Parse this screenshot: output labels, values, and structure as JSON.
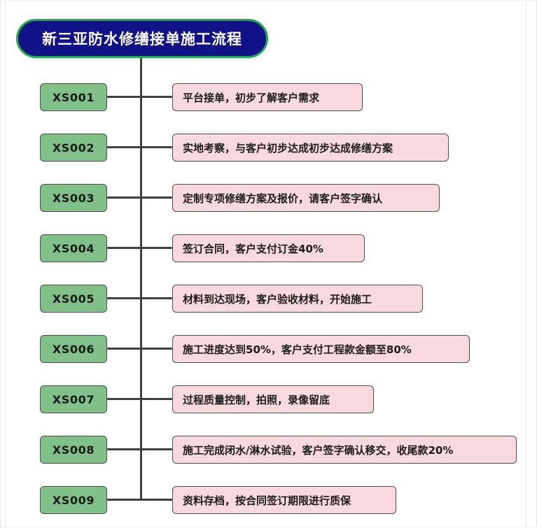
{
  "diagram": {
    "title": "新三亚防水修缮接单施工流程",
    "title_colors": {
      "fill": "#111188",
      "border": "#22ab4b",
      "text": "#ffffff"
    },
    "node_colors": {
      "code_fill": "#80c189",
      "desc_fill": "#f8d9dd",
      "node_border": "#4f4f4f",
      "connector": "#3f3f3f"
    },
    "steps": [
      {
        "code": "XS001",
        "desc": "平台接单，初步了解客户需求"
      },
      {
        "code": "XS002",
        "desc": "实地考察，与客户初步达成初步达成修缮方案"
      },
      {
        "code": "XS003",
        "desc": "定制专项修缮方案及报价，请客户签字确认"
      },
      {
        "code": "XS004",
        "desc": "签订合同，客户支付订金40%"
      },
      {
        "code": "XS005",
        "desc": "材料到达现场，客户验收材料，开始施工"
      },
      {
        "code": "XS006",
        "desc": "施工进度达到50%，客户支付工程款金额至80%"
      },
      {
        "code": "XS007",
        "desc": "过程质量控制，拍照，录像留底"
      },
      {
        "code": "XS008",
        "desc": "施工完成闭水/淋水试验，客户签字确认移交，收尾款20%"
      },
      {
        "code": "XS009",
        "desc": "资料存档，按合同签订期限进行质保"
      }
    ]
  }
}
